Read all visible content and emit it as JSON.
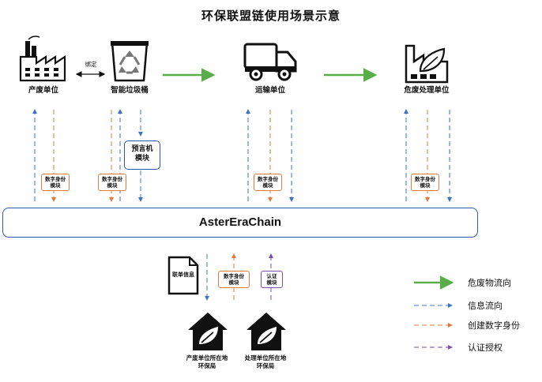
{
  "title": "环保联盟链使用场景示意",
  "nodes": {
    "producer": "产废单位",
    "bin": "智能垃圾桶",
    "transport": "运输单位",
    "disposal": "危废处理单位"
  },
  "bind_label": "绑定",
  "oracle_module": [
    "预言机",
    "模块"
  ],
  "digital_id_module": [
    "数字身份",
    "模块"
  ],
  "auth_module": [
    "认证",
    "模块"
  ],
  "chain_name": "AsterEraChain",
  "document_label": "联单信息",
  "bureaus": {
    "producer_bureau": [
      "产废单位所在地",
      "环保局"
    ],
    "disposal_bureau": [
      "处理单位所在地",
      "环保局"
    ]
  },
  "legend": [
    {
      "label": "危废物流向",
      "color": "#5aae4a",
      "style": "solid"
    },
    {
      "label": "信息流向",
      "color": "#3f73c6",
      "style": "dashed"
    },
    {
      "label": "创建数字身份",
      "color": "#e07b39",
      "style": "dashed"
    },
    {
      "label": "认证授权",
      "color": "#7a4fb0",
      "style": "dashed"
    }
  ]
}
